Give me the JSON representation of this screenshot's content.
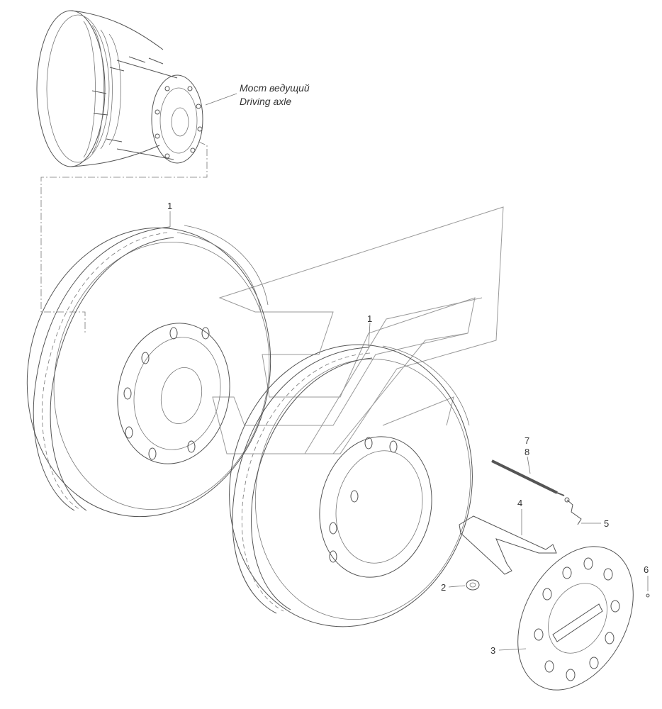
{
  "axle_label": {
    "ru": "Мост ведущий",
    "en": "Driving axle"
  },
  "callouts": {
    "tire_left": "1",
    "tire_right": "1",
    "nut": "2",
    "hub_cap": "3",
    "wrench": "4",
    "pin": "5",
    "small_part": "6",
    "bar_top": "7",
    "bar_bottom": "8"
  }
}
